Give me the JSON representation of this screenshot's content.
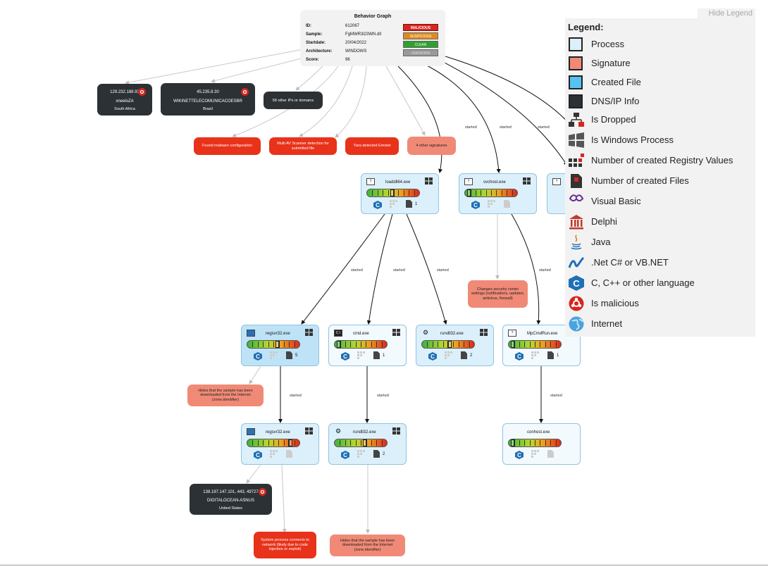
{
  "summary": {
    "title": "Behavior Graph",
    "rows": [
      {
        "k": "ID:",
        "v": "612067"
      },
      {
        "k": "Sample:",
        "v": "FgMWR3l23WN.dll"
      },
      {
        "k": "Startdate:",
        "v": "20/04/2022"
      },
      {
        "k": "Architecture:",
        "v": "WINDOWS"
      },
      {
        "k": "Score:",
        "v": "96"
      }
    ],
    "verdicts": [
      "MALICIOUS",
      "SUSPICIOUS",
      "CLEAN",
      "UNKNOWN"
    ]
  },
  "ips": {
    "ip1": {
      "addr": "129.232.188.93",
      "org": "xneeloZA",
      "country": "South Africa"
    },
    "ip2": {
      "addr": "45.235.8.30",
      "org": "WIKINETTELECOMUNICACOESBR",
      "country": "Brazil"
    },
    "ip3": {
      "text": "58 other IPs or domains"
    },
    "ip4": {
      "addr": "138.197.147.101, 443, 49727",
      "org": "DIGITALOCEAN-ASNUS",
      "country": "United States"
    }
  },
  "signatures": {
    "s1": "Found malware configuration",
    "s2": "Multi AV Scanner detection for submitted file",
    "s3": "Yara detected Emotet",
    "s4": "4 other signatures",
    "s5": "Changes security center settings (notifications, updates, antivirus, firewall)",
    "s6": "Hides that the sample has been downloaded from the Internet (zone.identifier)",
    "s7": "System process connects to network (likely due to code injection or exploit)",
    "s8": "Hides that the sample has been downloaded from the Internet (zone.identifier)"
  },
  "processes": {
    "loaddll": {
      "name": "loaddll64.exe",
      "files": "1"
    },
    "svchost": {
      "name": "svchost.exe",
      "files": ""
    },
    "regsvr1": {
      "name": "regsvr32.exe",
      "files": "5"
    },
    "cmd": {
      "name": "cmd.exe",
      "files": "1"
    },
    "rundll1": {
      "name": "rundll32.exe",
      "files": "2"
    },
    "mpcmd": {
      "name": "MpCmdRun.exe",
      "files": "1"
    },
    "regsvr2": {
      "name": "regsvr32.exe",
      "files": ""
    },
    "rundll2": {
      "name": "rundll32.exe",
      "files": "2"
    },
    "conhost": {
      "name": "conhost.exe",
      "files": ""
    }
  },
  "edge_label": "started",
  "legend": {
    "hide_label": "Hide Legend",
    "title": "Legend:",
    "items": [
      {
        "label": "Process",
        "icon": "process-swatch"
      },
      {
        "label": "Signature",
        "icon": "signature-swatch"
      },
      {
        "label": "Created File",
        "icon": "created-file-swatch"
      },
      {
        "label": "DNS/IP Info",
        "icon": "dns-ip-swatch"
      },
      {
        "label": "Is Dropped",
        "icon": "dropped-icon"
      },
      {
        "label": "Is Windows Process",
        "icon": "windows-icon"
      },
      {
        "label": "Number of created Registry Values",
        "icon": "registry-icon"
      },
      {
        "label": "Number of created Files",
        "icon": "file-icon"
      },
      {
        "label": "Visual Basic",
        "icon": "visual-basic-icon"
      },
      {
        "label": "Delphi",
        "icon": "delphi-icon"
      },
      {
        "label": "Java",
        "icon": "java-icon"
      },
      {
        "label": ".Net C# or VB.NET",
        "icon": "dotnet-icon"
      },
      {
        "label": "C, C++ or other language",
        "icon": "c-language-icon"
      },
      {
        "label": "Is malicious",
        "icon": "biohazard-icon"
      },
      {
        "label": "Internet",
        "icon": "globe-icon"
      }
    ]
  },
  "colors": {
    "signature": "#e8321a",
    "signature_light": "#f08a76",
    "process": "#dcf0fb",
    "dns": "#2b3135",
    "malicious": "#d6261e",
    "suspicious": "#e08a1e",
    "clean": "#2fa12f",
    "unknown": "#9a9a9a"
  }
}
